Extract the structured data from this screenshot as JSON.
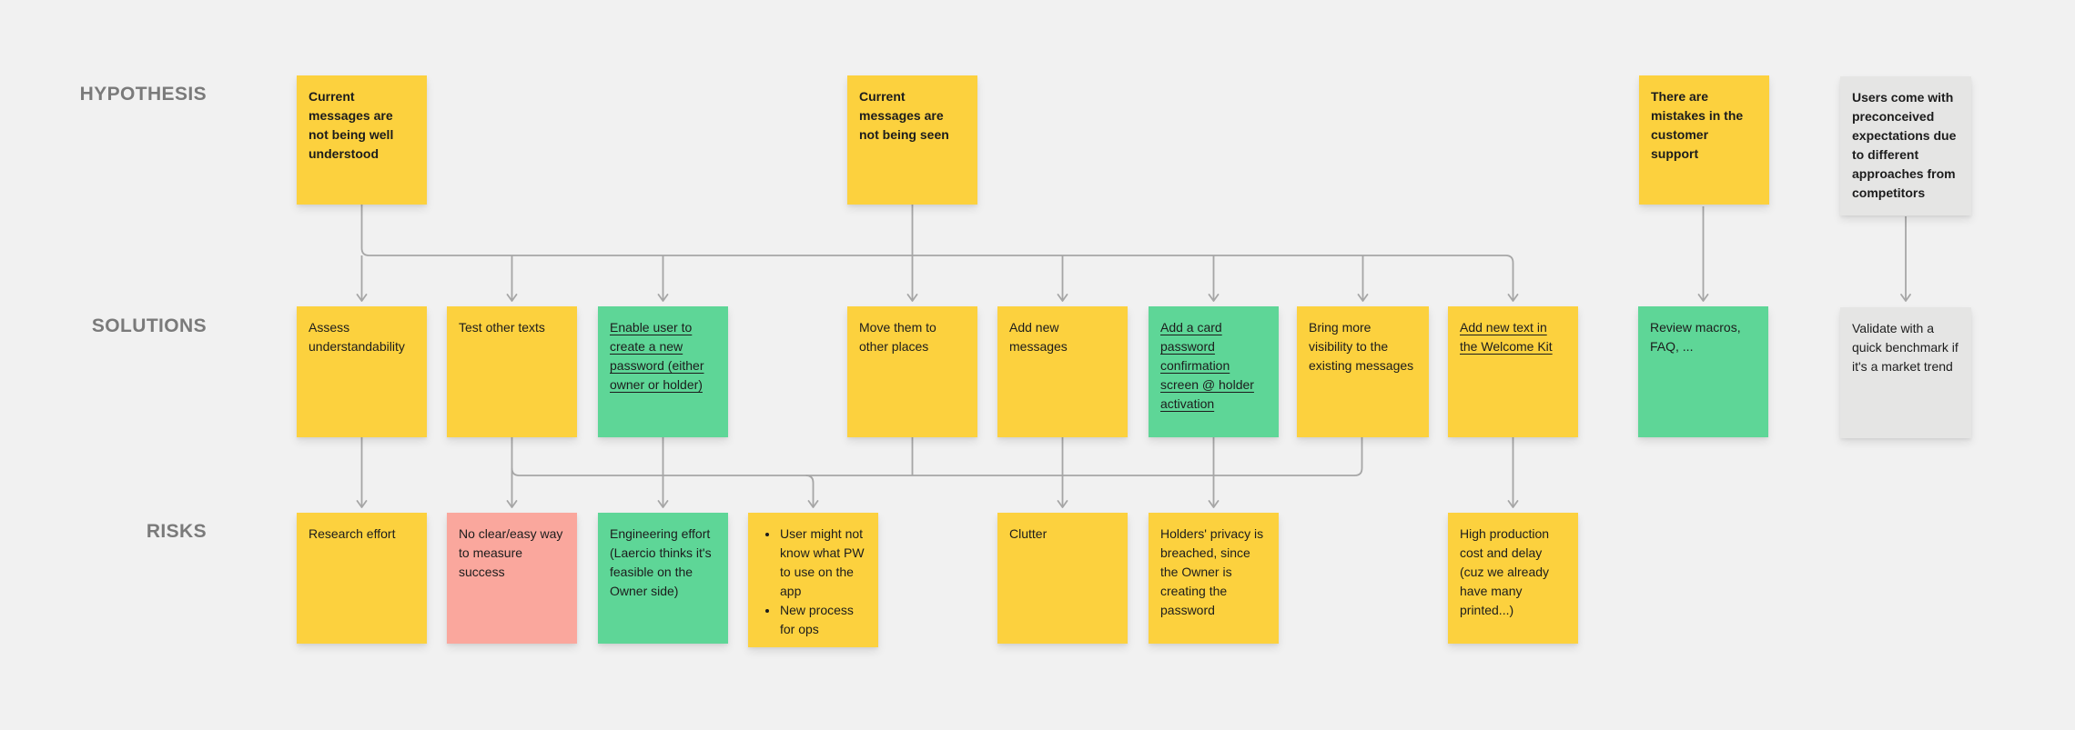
{
  "board": {
    "background": "#F1F1F1"
  },
  "row_labels": {
    "hypothesis": "HYPOTHESIS",
    "solutions": "SOLUTIONS",
    "risks": "RISKS"
  },
  "colors": {
    "yellow": "#FCD13E",
    "green": "#5ED697",
    "pink": "#FAA79D",
    "gray": "#E5E5E4",
    "connector": "#A6A6A6",
    "background": "#F1F1F1",
    "label": "#7A7A7A",
    "text": "#1C1C1C"
  },
  "stickies": {
    "h1": {
      "row": "hypothesis",
      "color": "yellow",
      "text": "Current messages are not being well understood"
    },
    "h2": {
      "row": "hypothesis",
      "color": "yellow",
      "text": "Current messages are not being seen"
    },
    "h3": {
      "row": "hypothesis",
      "color": "yellow",
      "text": "There are mistakes in the customer support"
    },
    "h4": {
      "row": "hypothesis",
      "color": "gray",
      "text": "Users come with preconceived expectations due to different approaches from competitors"
    },
    "s1": {
      "row": "solutions",
      "color": "yellow",
      "text": "Assess understandability"
    },
    "s2": {
      "row": "solutions",
      "color": "yellow",
      "text": "Test other texts"
    },
    "s3": {
      "row": "solutions",
      "color": "green",
      "link": true,
      "text": "Enable user to create a new password (either owner or holder)"
    },
    "s4": {
      "row": "solutions",
      "color": "yellow",
      "text": "Move them to other places"
    },
    "s5": {
      "row": "solutions",
      "color": "yellow",
      "text": "Add new messages"
    },
    "s6": {
      "row": "solutions",
      "color": "green",
      "link": true,
      "text": "Add a card password confirmation screen @ holder activation"
    },
    "s7": {
      "row": "solutions",
      "color": "yellow",
      "text": "Bring more visibility to the existing messages"
    },
    "s8": {
      "row": "solutions",
      "color": "yellow",
      "link": true,
      "text": "Add new text in the Welcome Kit"
    },
    "s9": {
      "row": "solutions",
      "color": "green",
      "text": "Review macros, FAQ, ..."
    },
    "s10": {
      "row": "solutions",
      "color": "gray",
      "text": "Validate with a quick benchmark if it's a market trend"
    },
    "r1": {
      "row": "risks",
      "color": "yellow",
      "text": "Research effort"
    },
    "r2": {
      "row": "risks",
      "color": "pink",
      "text": "No clear/easy way to measure success"
    },
    "r3": {
      "row": "risks",
      "color": "green",
      "text": "Engineering effort (Laercio thinks it's feasible on the Owner side)"
    },
    "r4": {
      "row": "risks",
      "color": "yellow",
      "bullets": [
        "User might not know what PW to use on the app",
        "New process for ops"
      ]
    },
    "r5": {
      "row": "risks",
      "color": "yellow",
      "text": "Clutter"
    },
    "r6": {
      "row": "risks",
      "color": "yellow",
      "text": "Holders' privacy is breached, since the Owner is creating the password"
    },
    "r7": {
      "row": "risks",
      "color": "yellow",
      "text": "High production cost and delay (cuz we already have many printed...)"
    }
  },
  "connections": [
    {
      "type": "bus",
      "from": [
        "h1",
        "h2"
      ],
      "to": [
        "s1",
        "s2",
        "s3",
        "s4",
        "s5",
        "s6",
        "s7",
        "s8"
      ]
    },
    {
      "type": "arrow",
      "from": "h3",
      "to": "s9"
    },
    {
      "type": "arrow",
      "from": "h4",
      "to": "s10"
    },
    {
      "type": "arrow",
      "from": "s1",
      "to": "r1"
    },
    {
      "type": "bus",
      "from": [
        "s2",
        "s3",
        "s4",
        "s5",
        "s6",
        "s7"
      ],
      "to": [
        "r2",
        "r3",
        "r4",
        "r5",
        "r6"
      ]
    },
    {
      "type": "arrow",
      "from": "s8",
      "to": "r7"
    }
  ]
}
